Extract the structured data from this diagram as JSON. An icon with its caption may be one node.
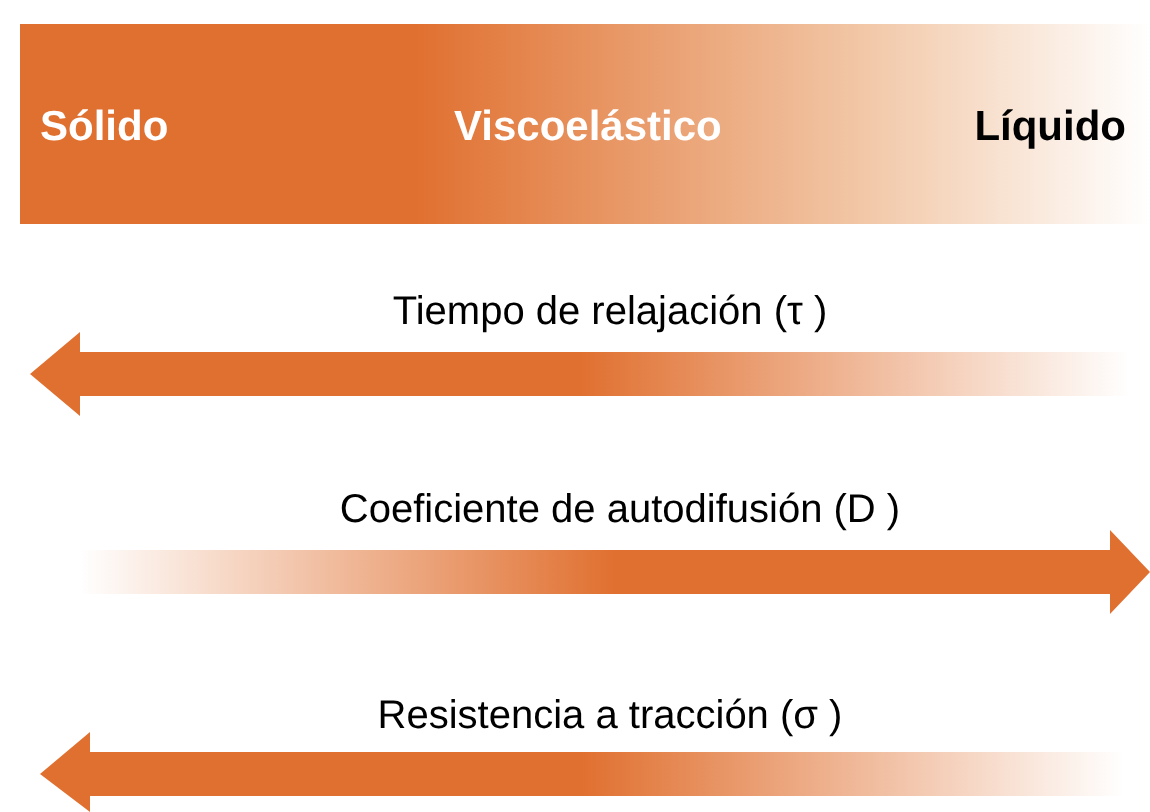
{
  "diagram": {
    "nodes": [
      {
        "text": [
          "Sólido",
          "Viscoelástico",
          "Líquido"
        ]
      }
    ],
    "labels": [
      "Tiempo de relajación (τ )",
      "Coeficiente de autodifusión (D )",
      "Resistencia a tracción (σ )"
    ]
  }
}
